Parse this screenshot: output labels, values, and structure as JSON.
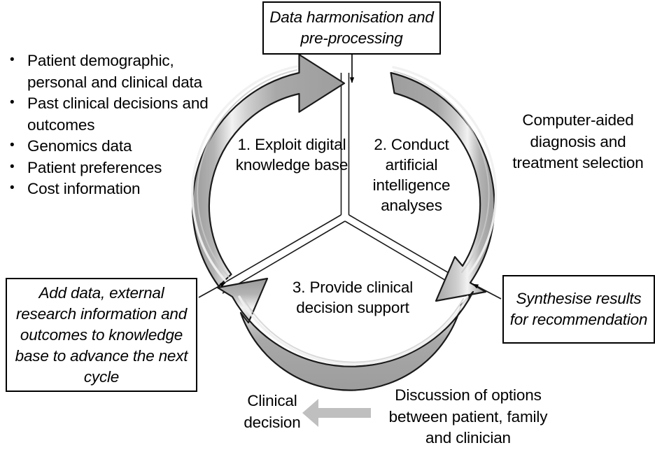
{
  "colors": {
    "arc_gray": "#a9a9a9",
    "arc_highlight": "#d9d9d9",
    "arc_outline": "#1a1a1a",
    "plain_arrow_gray": "#bfbfbf",
    "box_border": "#000000",
    "text": "#000000",
    "background": "#ffffff"
  },
  "inputs_list": {
    "items": [
      "Patient demographic, personal and clinical data",
      "Past clinical decisions and outcomes",
      "Genomics data",
      "Patient preferences",
      "Cost information"
    ]
  },
  "callouts": {
    "top": "Data harmonisation and pre-processing",
    "left": "Add data, external research information and outcomes to knowledge base to advance the next cycle",
    "right": "Synthesise results for recommendation"
  },
  "annotations": {
    "computer_aided": "Computer-aided diagnosis and treatment selection",
    "clinical_decision": "Clinical decision",
    "discussion": "Discussion of options between patient, family and clinician"
  },
  "cycle": {
    "sectors": [
      {
        "id": "1",
        "label": "1. Exploit digital knowledge base"
      },
      {
        "id": "2",
        "label": "2. Conduct artificial intelligence analyses"
      },
      {
        "id": "3",
        "label": "3. Provide clinical decision support"
      }
    ]
  }
}
